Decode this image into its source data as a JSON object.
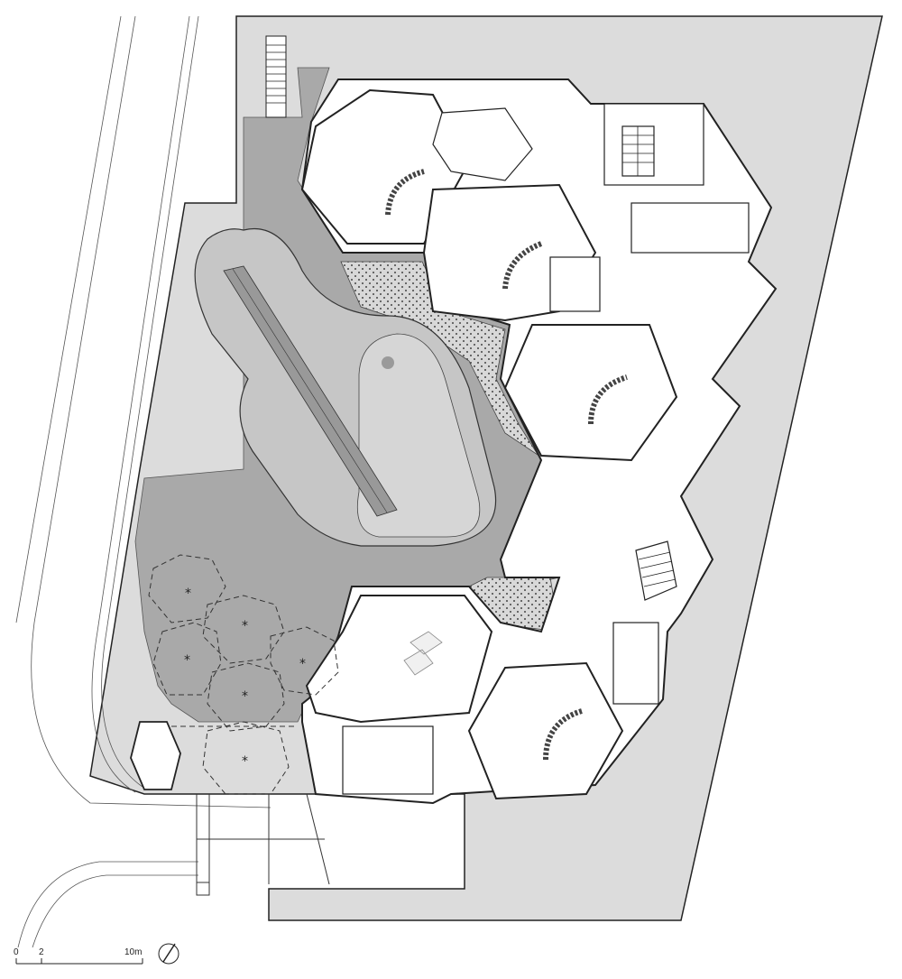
{
  "drawing": {
    "scale_bar": {
      "labels": [
        "0",
        "2",
        "10m"
      ]
    },
    "icons": {
      "north": "north-arrow-icon",
      "fixture": "asterisk-light-icon"
    },
    "colors": {
      "site_fill": "#dcdcdc",
      "paving_dark": "#a9a9a9",
      "pool_light": "#c6c6c6",
      "building_fill": "#ffffff",
      "wall": "#222222",
      "hatch": "#444444"
    }
  }
}
